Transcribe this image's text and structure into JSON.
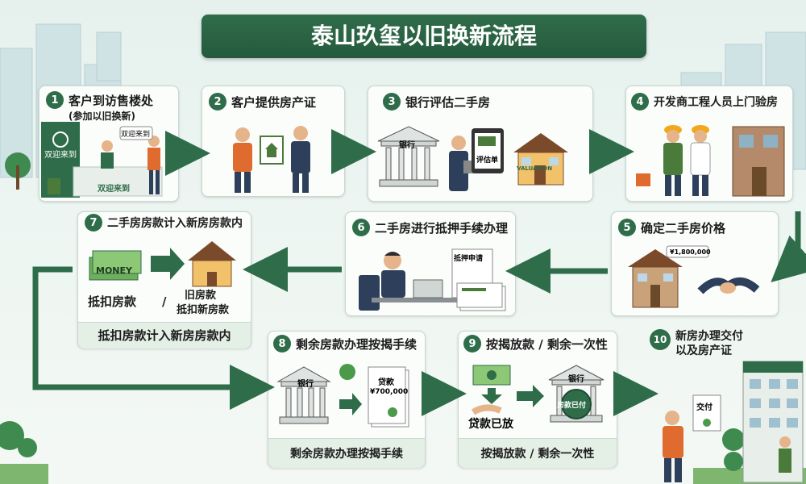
{
  "title": "泰山玖玺以旧换新流程",
  "steps": [
    {
      "num": "1",
      "title": "客户到访售楼处",
      "subtitle": "(参加以旧换新)",
      "signs": [
        "双迎来到",
        "双迎来到",
        "双迎来到"
      ]
    },
    {
      "num": "2",
      "title": "客户提供房产证"
    },
    {
      "num": "3",
      "title": "银行评估二手房",
      "labels": [
        "银行",
        "评估单",
        "VALUATION"
      ]
    },
    {
      "num": "4",
      "title": "开发商工程人员上门验房"
    },
    {
      "num": "5",
      "title": "确定二手房价格",
      "price_tag": "¥1,800,000"
    },
    {
      "num": "6",
      "title": "二手房进行抵押手续办理",
      "doc_label": "抵押申请"
    },
    {
      "num": "7",
      "title": "二手房房款计入新房房款内",
      "money_label": "MONEY",
      "caption_left": "抵扣房款",
      "slash": "/",
      "caption_right_1": "旧房款",
      "caption_right_2": "抵扣新房款",
      "footer": "抵扣房款计入新房房款内"
    },
    {
      "num": "8",
      "title": "剩余房款办理按揭手续",
      "bank_label": "银行",
      "doc_line1": "贷款",
      "doc_line2": "¥700,000",
      "footer": "剩余房款办理按揭手续"
    },
    {
      "num": "9",
      "title": "按揭放款 / 剩余一次性",
      "bank_label": "银行",
      "money_caption": "贷款已放",
      "stamp": "房款已付",
      "footer": "按揭放款 / 剩余一次性"
    },
    {
      "num": "10",
      "title_line1": "新房办理交付",
      "title_line2": "以及房产证",
      "doc_label": "交付"
    }
  ]
}
